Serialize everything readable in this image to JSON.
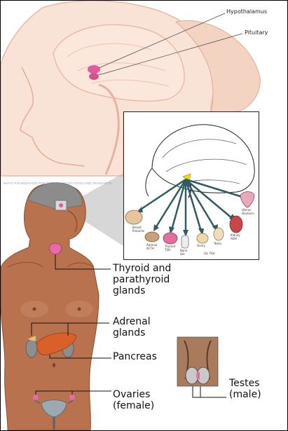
{
  "labels": {
    "hypothalamus": "Hypothalamus",
    "pituitary": "Pituitary",
    "thyroid_line1": "Thyroid and",
    "thyroid_line2": "parathyroid",
    "thyroid_line3": "glands",
    "adrenal_line1": "Adrenal",
    "adrenal_line2": "glands",
    "pancreas": "Pancreas",
    "ovaries_line1": "Ovaries",
    "ovaries_line2": "(female)",
    "testes_line1": "Testes",
    "testes_line2": "(male)"
  },
  "credit": "MAYO FOUNDATION FOR MEDICAL EDUCATION AND RESEARCH",
  "inset_labels": {
    "breast": "Breast\nProlactin",
    "adrenal": "Adrenal\nACTH",
    "thyroid": "Thyroid\nTSH",
    "bone": "Bone\nGH",
    "ovary": "Ovary",
    "testis": "Testis",
    "lh_fsh": "LH, FSH",
    "kidney": "Kidney\nADH",
    "uterus": "Uterus\nOxytocin"
  },
  "colors": {
    "skin_light": "#f6dccb",
    "skin_dark": "#b9714a",
    "gland": "#e05a9a",
    "arrow": "#2f5b63"
  }
}
